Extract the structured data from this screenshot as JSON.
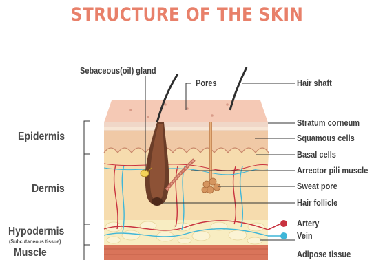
{
  "title": "STRUCTURE OF THE SKIN",
  "labels": {
    "sebaceous_gland": "Sebaceous(oil) gland",
    "pores": "Pores",
    "hair_shaft": "Hair shaft",
    "stratum_corneum": "Stratum corneum",
    "squamous_cells": "Squamous cells",
    "basal_cells": "Basal cells",
    "arrector_pili_muscle": "Arrector pili muscle",
    "sweat_pore": "Sweat pore",
    "hair_follicle": "Hair follicle",
    "artery": "Artery",
    "vein": "Vein",
    "adipose_tissue": "Adipose tissue"
  },
  "layers": {
    "epidermis": "Epidermis",
    "dermis": "Dermis",
    "hypodermis": "Hypodermis",
    "hypodermis_sub": "(Subcutaneous tissue)",
    "muscle": "Muscle"
  },
  "colors": {
    "title": "#e8806a",
    "artery": "#c8323f",
    "vein": "#3fb6d8",
    "epidermis_top": "#f6d4c2",
    "dermis": "#f6dcae",
    "fat": "#f8edc2",
    "muscle": "#d9745a"
  }
}
